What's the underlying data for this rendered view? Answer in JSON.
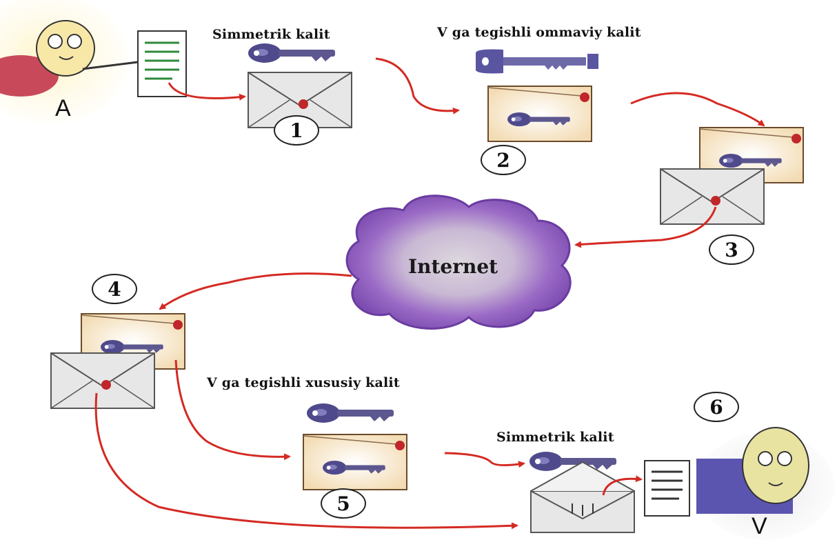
{
  "labels": {
    "symmetric_key_top": "Simmetrik kalit",
    "public_key": "V ga tegishli ommaviy kalit",
    "private_key": "V ga tegishli xususiy kalit",
    "symmetric_key_bottom": "Simmetrik kalit",
    "internet": "Internet",
    "sender": "A",
    "receiver": "V"
  },
  "steps": [
    "1",
    "2",
    "3",
    "4",
    "5",
    "6"
  ],
  "colors": {
    "arrow": "#d42a23",
    "key_public": "#5a55a0",
    "key_symmetric": "#4f4a8c",
    "cloud": "#9b6bc6",
    "envelope_tan": "#f3dcb4",
    "envelope_grey": "#e7e7e7",
    "seal": "#c0262a"
  }
}
